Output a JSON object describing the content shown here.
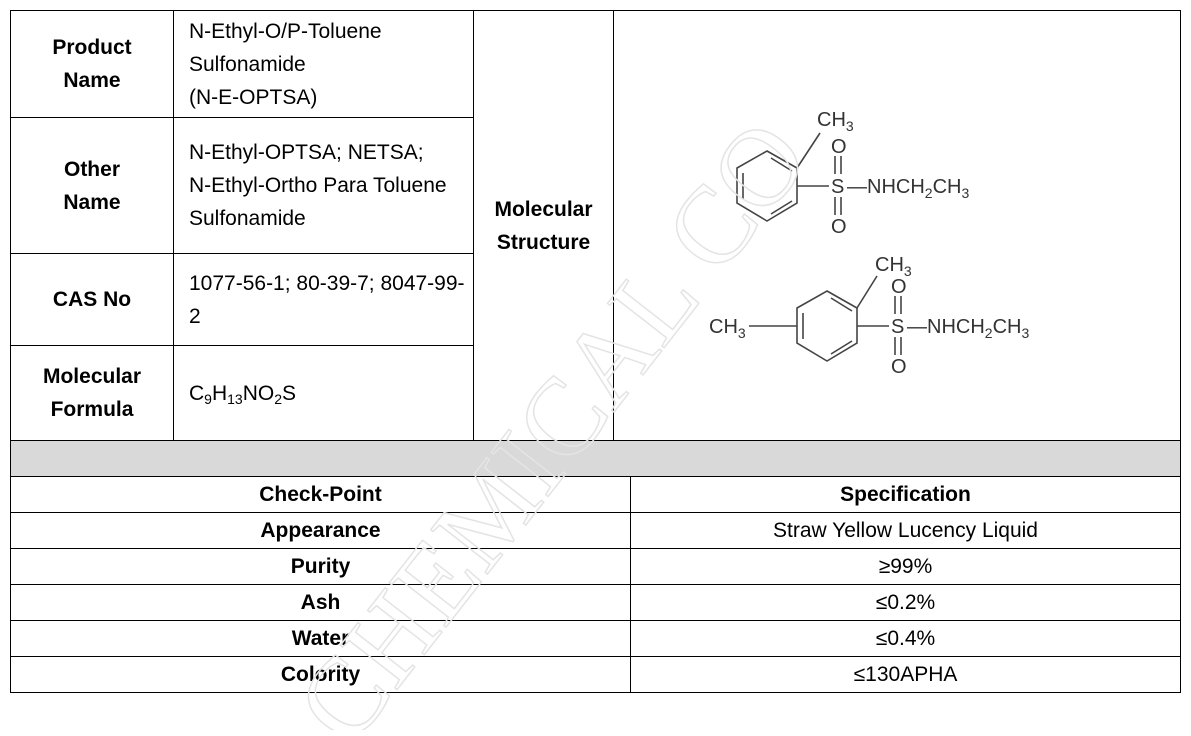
{
  "product": {
    "product_name_label_1": "Product",
    "product_name_label_2": "Name",
    "product_name_value_1": "N-Ethyl-O/P-Toluene Sulfonamide",
    "product_name_value_2": "(N-E-OPTSA)",
    "other_name_label_1": "Other",
    "other_name_label_2": "Name",
    "other_name_value_1": "N-Ethyl-OPTSA; NETSA;",
    "other_name_value_2": "N-Ethyl-Ortho Para Toluene",
    "other_name_value_3": "Sulfonamide",
    "cas_label": "CAS No",
    "cas_value": "1077-56-1; 80-39-7; 8047-99-2",
    "formula_label_1": "Molecular",
    "formula_label_2": "Formula",
    "formula": {
      "p1": "C",
      "s1": "9",
      "p2": "H",
      "s2": "13",
      "p3": "NO",
      "s3": "2",
      "p4": "S"
    },
    "structure_label_1": "Molecular",
    "structure_label_2": "Structure"
  },
  "structure": {
    "ortho": {
      "methyl": "CH",
      "methyl_sub": "3",
      "o_top": "O",
      "sulfur": "S",
      "o_bottom": "O",
      "amine_a": "—NHCH",
      "amine_sub1": "2",
      "amine_b": "CH",
      "amine_sub2": "3"
    },
    "para": {
      "methyl_top": "CH",
      "methyl_top_sub": "3",
      "methyl_left": "CH",
      "methyl_left_sub": "3",
      "o_top": "O",
      "sulfur": "S",
      "o_bottom": "O",
      "amine_a": "—NHCH",
      "amine_sub1": "2",
      "amine_b": "CH",
      "amine_sub2": "3"
    }
  },
  "spec_table": {
    "header_checkpoint": "Check-Point",
    "header_specification": "Specification",
    "rows": [
      {
        "check": "Appearance",
        "spec": "Straw Yellow Lucency Liquid"
      },
      {
        "check": "Purity",
        "spec": "≥99%"
      },
      {
        "check": "Ash",
        "spec": "≤0.2%"
      },
      {
        "check": "Water",
        "spec": "≤0.4%"
      },
      {
        "check": "Colority",
        "spec": "≤130APHA"
      }
    ]
  },
  "watermark_text": "CHEMICAL CO"
}
